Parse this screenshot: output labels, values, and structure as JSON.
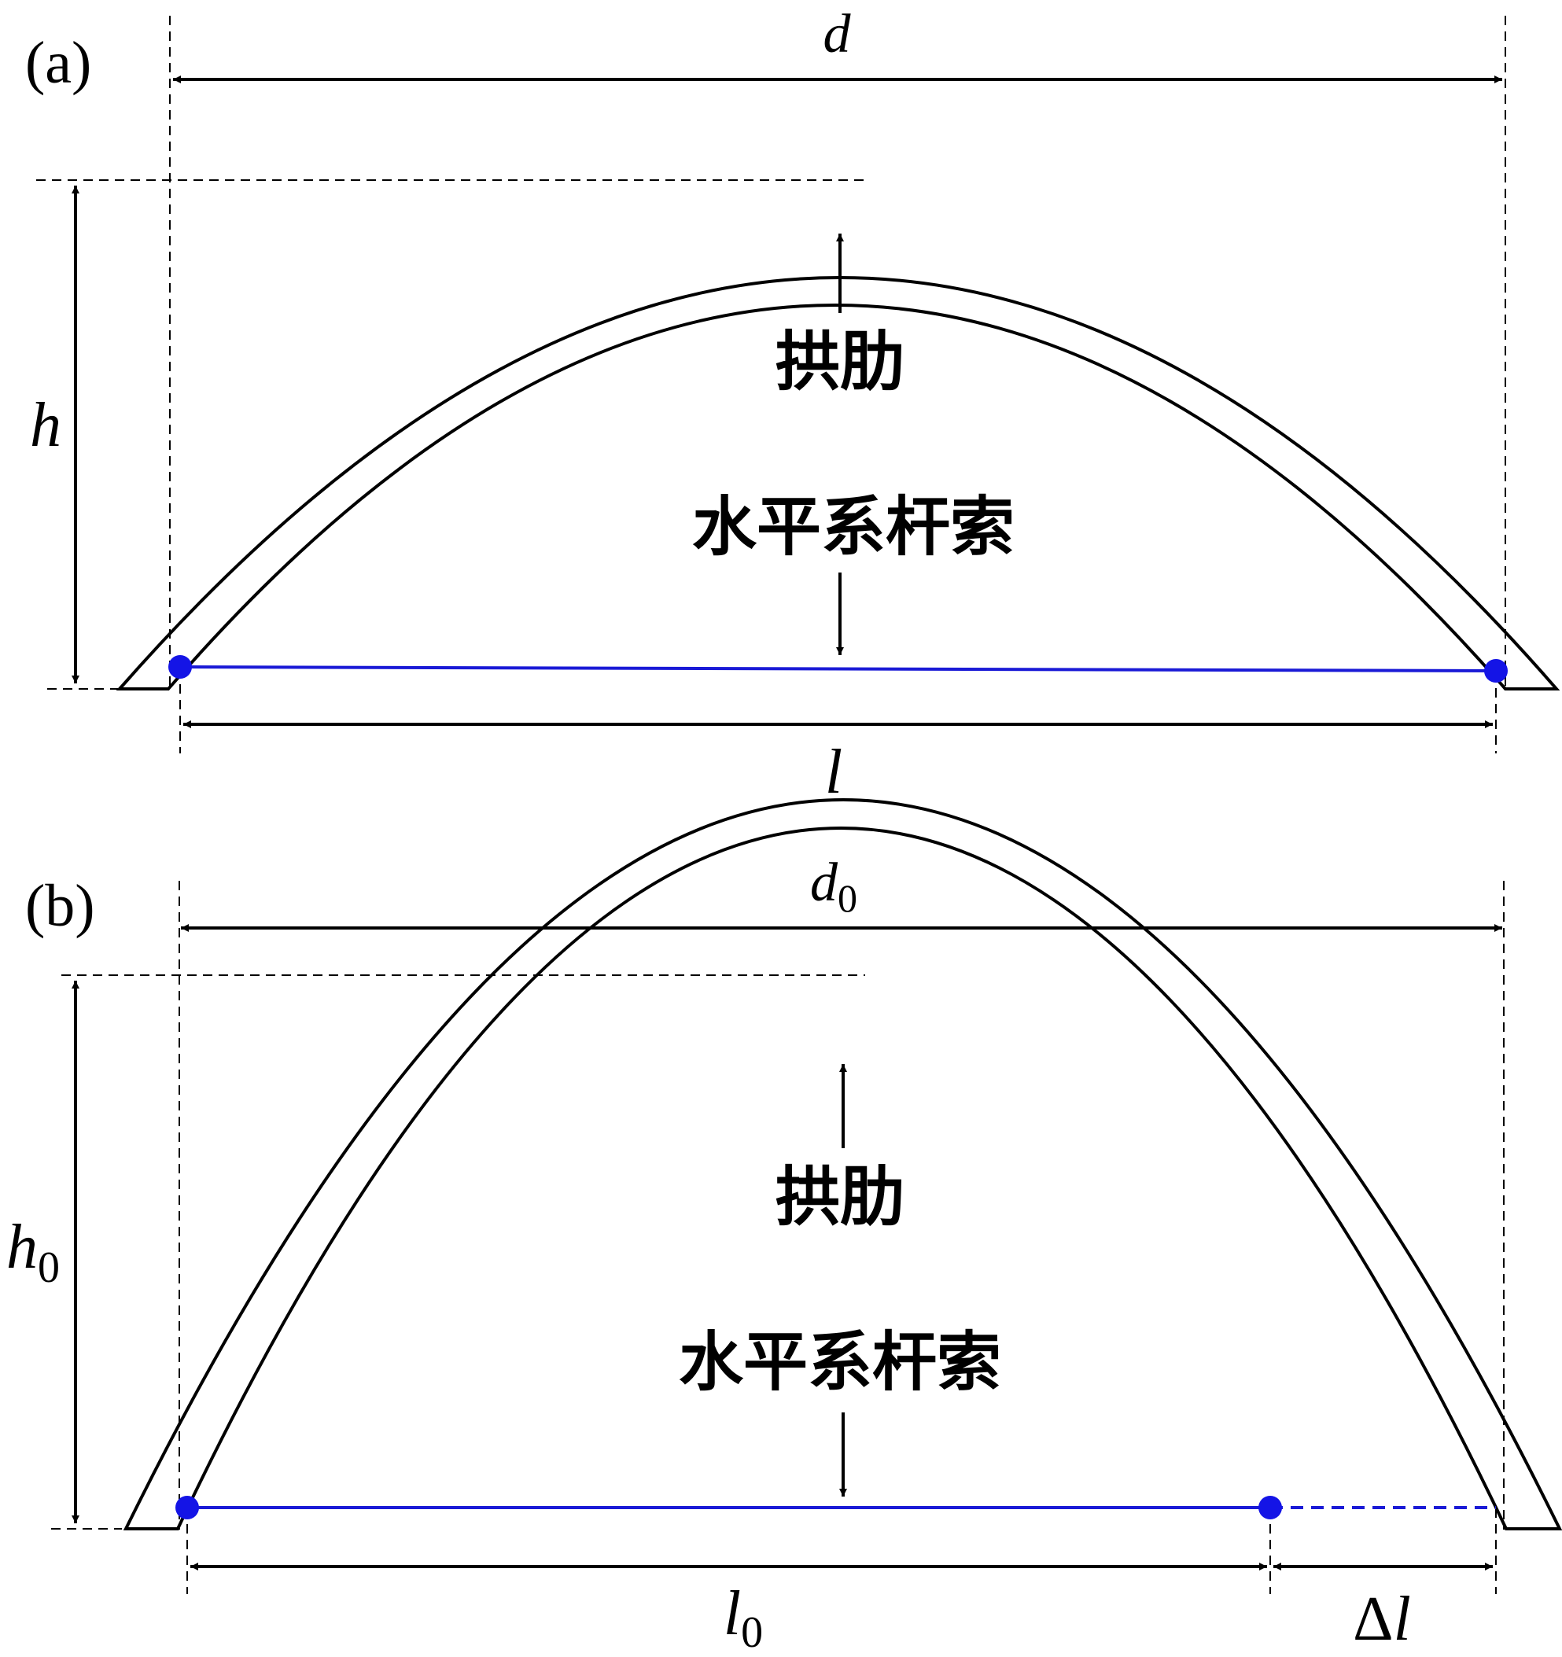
{
  "panel_a": {
    "label": "(a)",
    "width_symbol": "d",
    "height_symbol": "h",
    "span_symbol": "l",
    "rib_label": "拱肋",
    "tie_label": "水平系杆索"
  },
  "panel_b": {
    "label": "(b)",
    "width_symbol": "d",
    "width_sub": "0",
    "height_symbol": "h",
    "height_sub": "0",
    "span_symbol": "l",
    "span_sub": "0",
    "delta_prefix": "Δ",
    "delta_symbol": "l",
    "rib_label": "拱肋",
    "tie_label": "水平系杆索"
  },
  "colors": {
    "line": "#000000",
    "tie": "#1a1ad6",
    "anchor": "#1414e6"
  }
}
